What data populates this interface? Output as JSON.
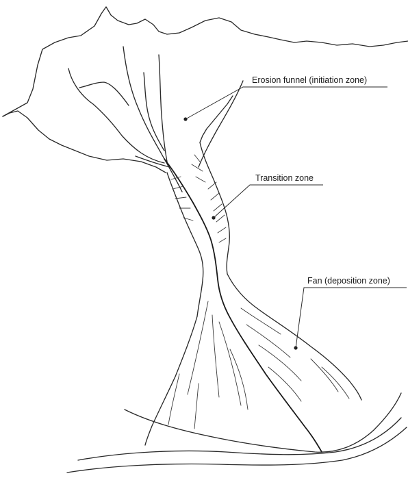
{
  "labels": {
    "erosion_funnel": "Erosion funnel (initiation zone)",
    "transition_zone": "Transition zone",
    "fan": "Fan (deposition zone)"
  }
}
